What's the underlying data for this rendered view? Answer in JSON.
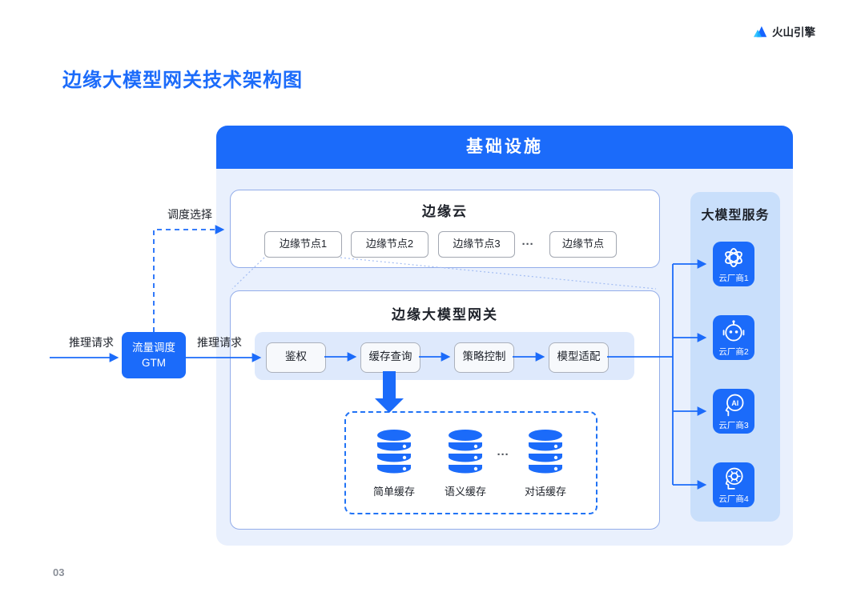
{
  "brand": {
    "logo_text": "火山引擎",
    "logo_icon": "volcano-mountain-icon"
  },
  "page": {
    "title": "边缘大模型网关技术架构图",
    "number": "03"
  },
  "infrastructure": {
    "title": "基础设施"
  },
  "edge_cloud": {
    "title": "边缘云",
    "nodes": [
      "边缘节点1",
      "边缘节点2",
      "边缘节点3"
    ],
    "ellipsis": "···",
    "node_generic": "边缘节点"
  },
  "gateway": {
    "title": "边缘大模型网关",
    "steps": [
      "鉴权",
      "缓存查询",
      "策略控制",
      "模型适配"
    ]
  },
  "cache": {
    "labels": [
      "简单缓存",
      "语义缓存",
      "对话缓存"
    ],
    "ellipsis": "···"
  },
  "model_service": {
    "title": "大模型服务",
    "vendors": [
      {
        "label": "云厂商1",
        "icon": "openai-logo-icon"
      },
      {
        "label": "云厂商2",
        "icon": "robot-face-icon"
      },
      {
        "label": "云厂商3",
        "icon": "ai-head-icon"
      },
      {
        "label": "云厂商4",
        "icon": "gear-head-icon"
      }
    ]
  },
  "flow": {
    "request_in": "推理请求",
    "gtm_title": "流量调度",
    "gtm_subtitle": "GTM",
    "request_out": "推理请求",
    "schedule_label": "调度选择"
  },
  "colors": {
    "primary_blue": "#1B6BFA",
    "container_bg": "#E9F0FD",
    "panel_bg": "#C9DFFB",
    "band_bg": "#DEE9FC",
    "text_dark": "#1D2129",
    "page_number_gray": "#8A8F98"
  }
}
